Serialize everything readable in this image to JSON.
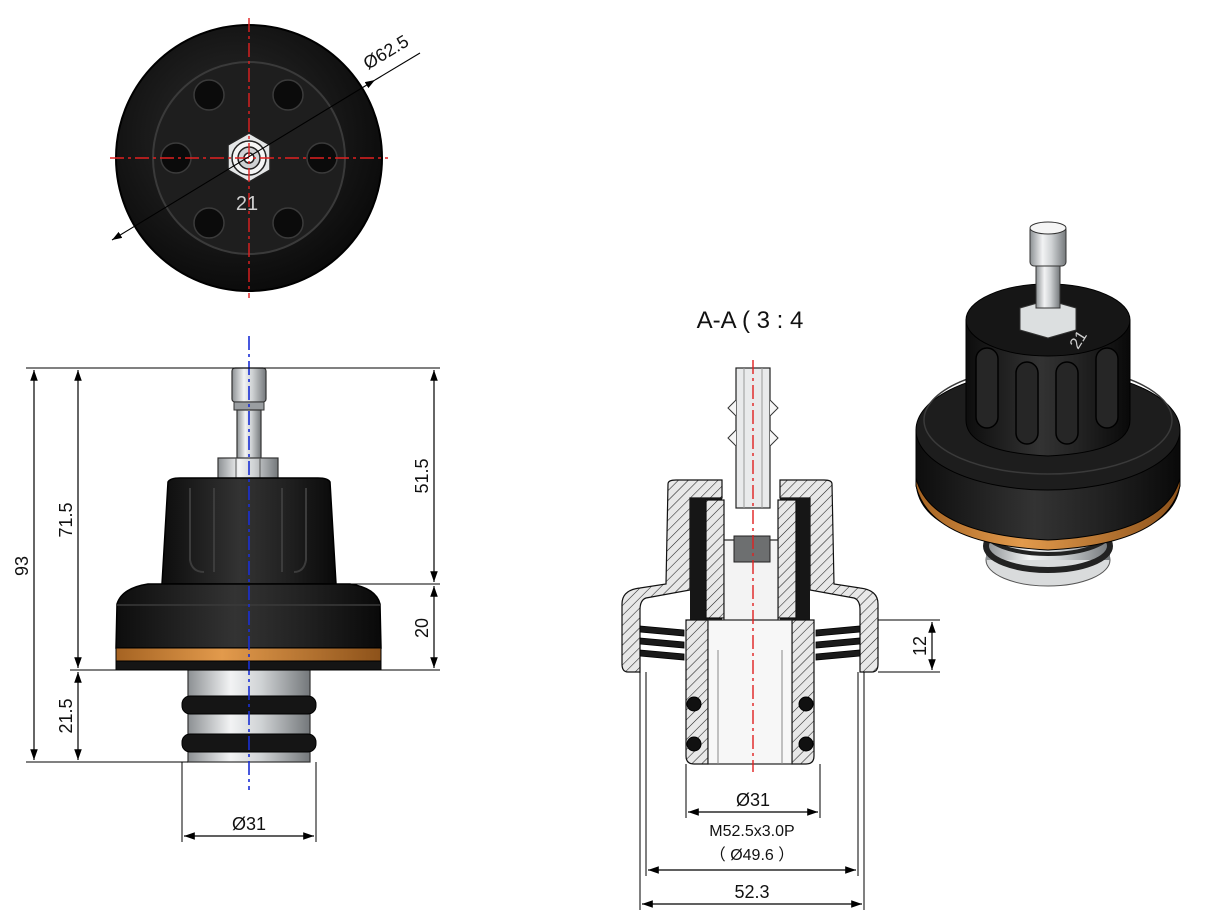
{
  "top_view": {
    "diameter_label": "Ø62.5",
    "center_mark": "21"
  },
  "front_view": {
    "dims": {
      "overall_height": "93",
      "upper_height": "71.5",
      "lower_height": "21.5",
      "body_height": "51.5",
      "skirt_height": "20",
      "bottom_diameter": "Ø31"
    }
  },
  "section_view": {
    "title": "A-A ( 3 : 4",
    "dims": {
      "thread_height": "12",
      "inner_diameter": "Ø31",
      "thread_spec": "M52.5x3.0P",
      "thread_minor": "（ Ø49.6 ）",
      "outer_diameter": "52.3"
    }
  },
  "iso_view": {
    "cap_mark": "21"
  },
  "colors": {
    "body": "#1c1c1c",
    "orange_band": "#c9823c",
    "metal": "#cfd2d4",
    "centerline_red": "#e02020",
    "centerline_blue": "#1a2fd6"
  }
}
